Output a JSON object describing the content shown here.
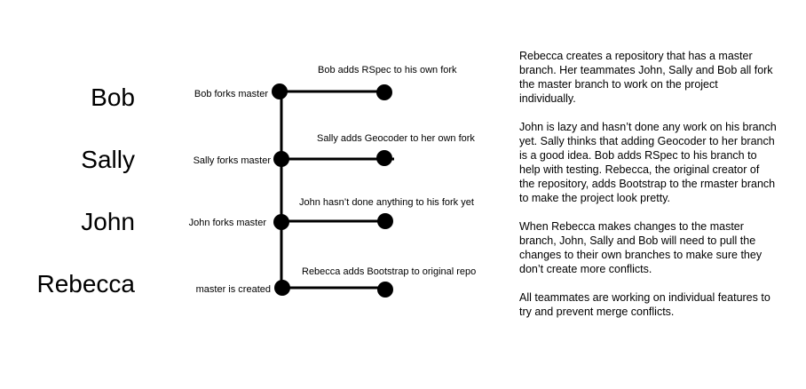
{
  "people": [
    {
      "name": "Bob",
      "fork_label": "Bob forks master",
      "commit_label": "Bob adds RSpec to his own fork"
    },
    {
      "name": "Sally",
      "fork_label": "Sally forks master",
      "commit_label": "Sally adds Geocoder to her own fork"
    },
    {
      "name": "John",
      "fork_label": "John forks master",
      "commit_label": "John hasn’t done anything to his fork yet"
    },
    {
      "name": "Rebecca",
      "fork_label": "master is created",
      "commit_label": "Rebecca adds Bootstrap to original repo"
    }
  ],
  "description": [
    "Rebecca creates a repository that has a master branch. Her teammates John, Sally and Bob all fork the master branch to work on the project individually.",
    "John is lazy and hasn’t done any work on his branch yet. Sally thinks that adding Geocoder to her branch is a good idea. Bob adds RSpec to his branch to help with testing. Rebecca, the original creator of the repository, adds Bootstrap to the rmaster branch to make the project look pretty.",
    "When Rebecca makes changes to the master branch, John, Sally and Bob will need to pull the changes to their own branches to make sure they don’t create more conflicts.",
    "All teammates are working on individual features to try and prevent merge conflicts."
  ],
  "colors": {
    "line": "#000000",
    "node": "#000000",
    "background": "#ffffff"
  }
}
